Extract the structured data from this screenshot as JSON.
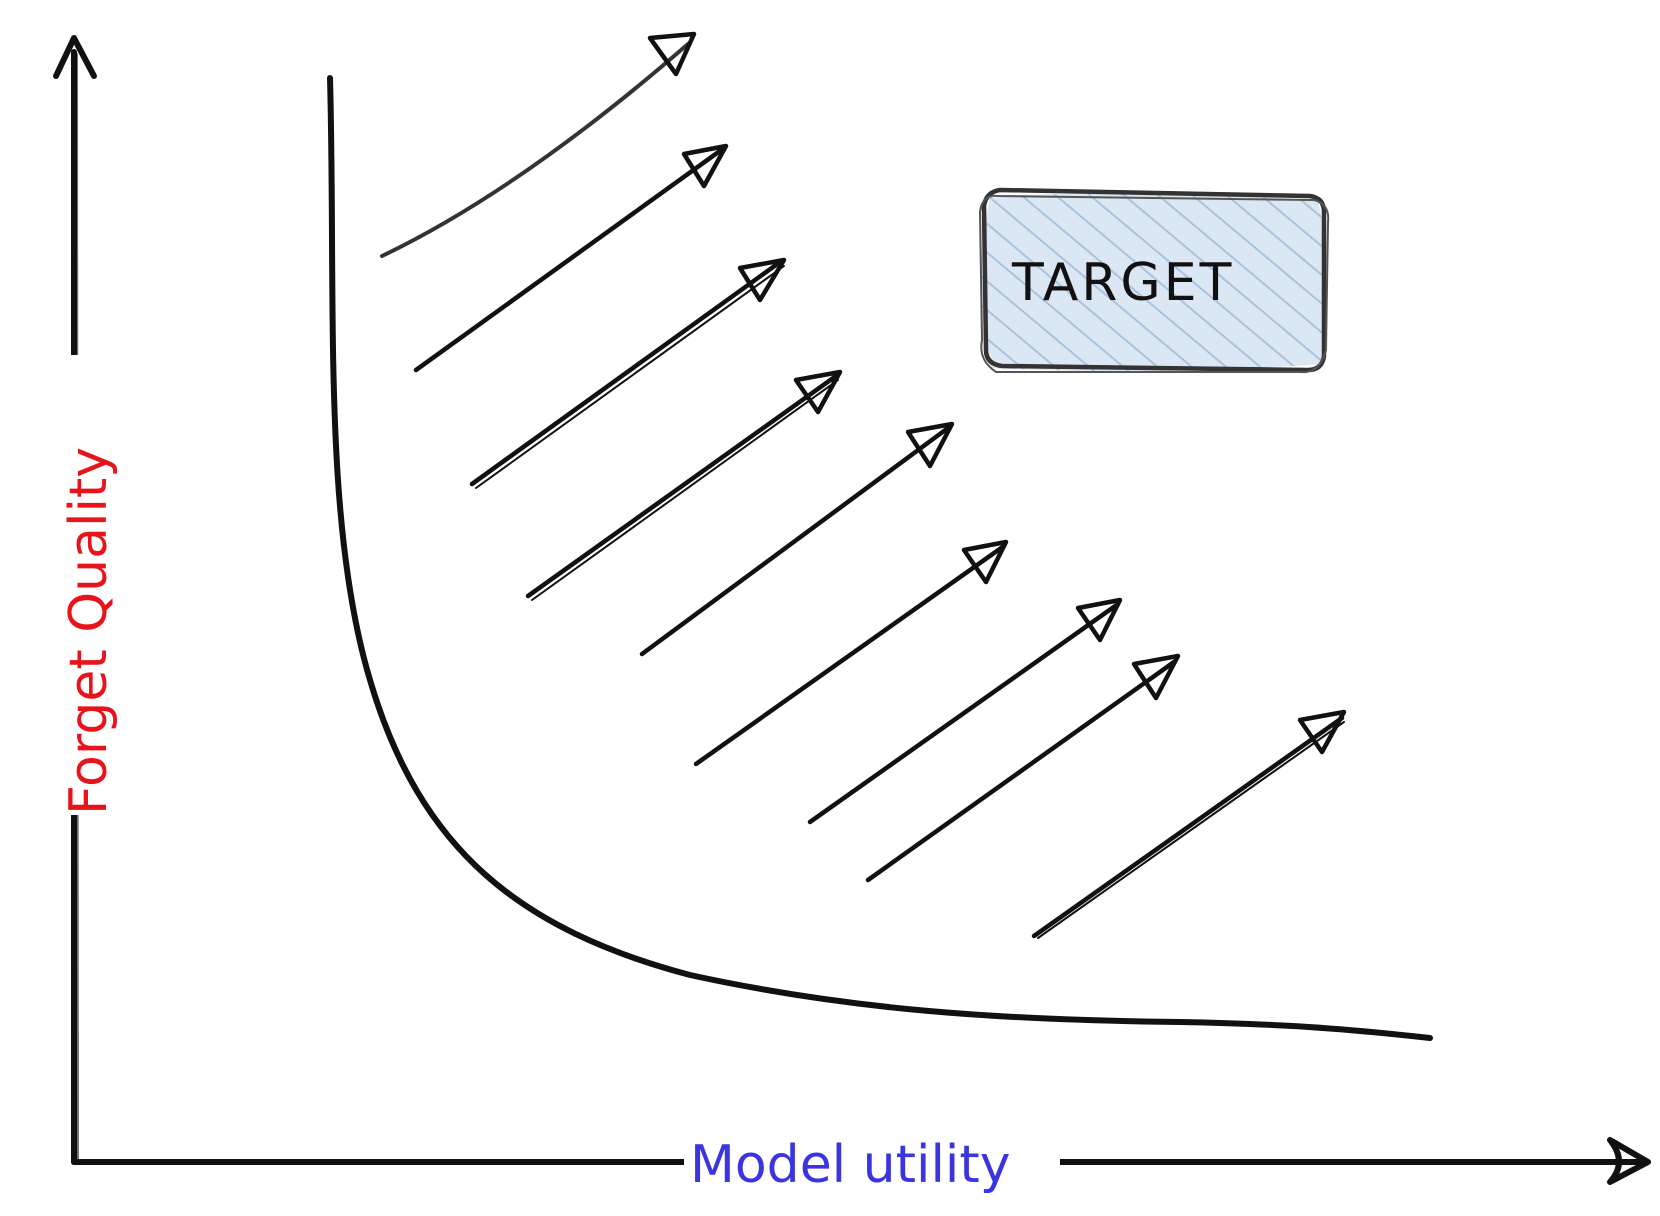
{
  "axes": {
    "x_label": "Model utility",
    "y_label": "Forget Quality"
  },
  "target": {
    "label": "TARGET"
  },
  "colors": {
    "x_label": "#3a35e0",
    "y_label": "#e8141c",
    "target_fill": "#dbe7f3",
    "target_hatch": "#a9c3de",
    "ink": "#111111"
  }
}
